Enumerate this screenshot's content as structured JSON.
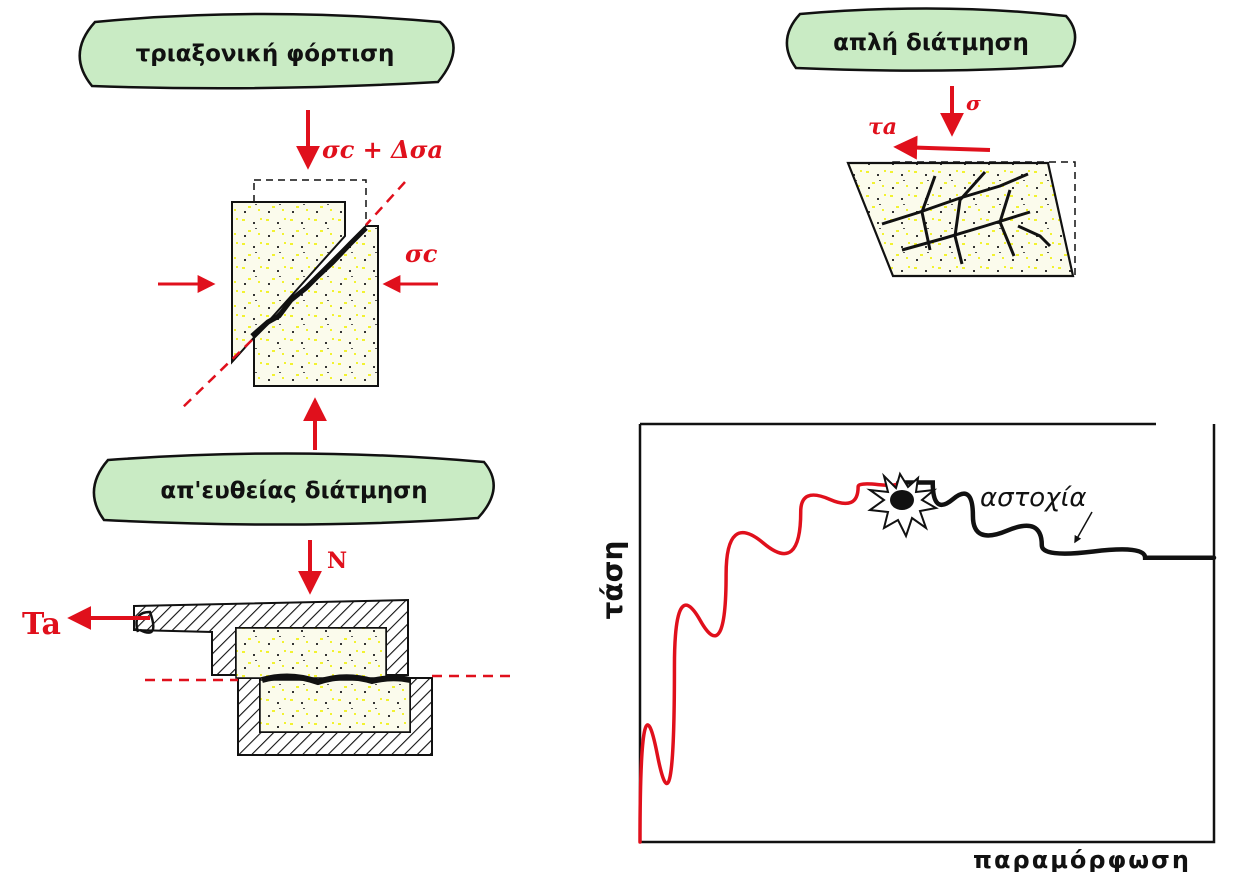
{
  "labels": {
    "triaxial": "τριαξονική φόρτιση",
    "simple_shear": "απλή διάτμηση",
    "direct_shear": "απ'ευθείας διάτμηση",
    "sigma_c_plus": "σc + Δσa",
    "sigma_c": "σc",
    "sigma": "σ",
    "tau_a": "τa",
    "T_a": "Ta",
    "N": "N",
    "failure": "αστοχία"
  },
  "chart_data": {
    "type": "line",
    "xlabel": "παραμόρφωση",
    "ylabel": "τάση",
    "series": [
      {
        "name": "",
        "color": "#e0101c",
        "points": [
          [
            0,
            0
          ],
          [
            0.06,
            0.42
          ],
          [
            0.15,
            0.64
          ],
          [
            0.28,
            0.79
          ],
          [
            0.38,
            0.85
          ],
          [
            0.45,
            0.86
          ]
        ]
      },
      {
        "name": "",
        "color": "#111111",
        "points": [
          [
            0.45,
            0.86
          ],
          [
            0.51,
            0.86
          ],
          [
            0.58,
            0.78
          ],
          [
            0.7,
            0.71
          ],
          [
            0.88,
            0.68
          ],
          [
            1.0,
            0.68
          ]
        ]
      }
    ],
    "annotation": "αστοχία",
    "grid": false
  },
  "colors": {
    "pill_fill": "#c9ebc4",
    "accent_red": "#e0101c",
    "speckle": "#f2f230"
  }
}
